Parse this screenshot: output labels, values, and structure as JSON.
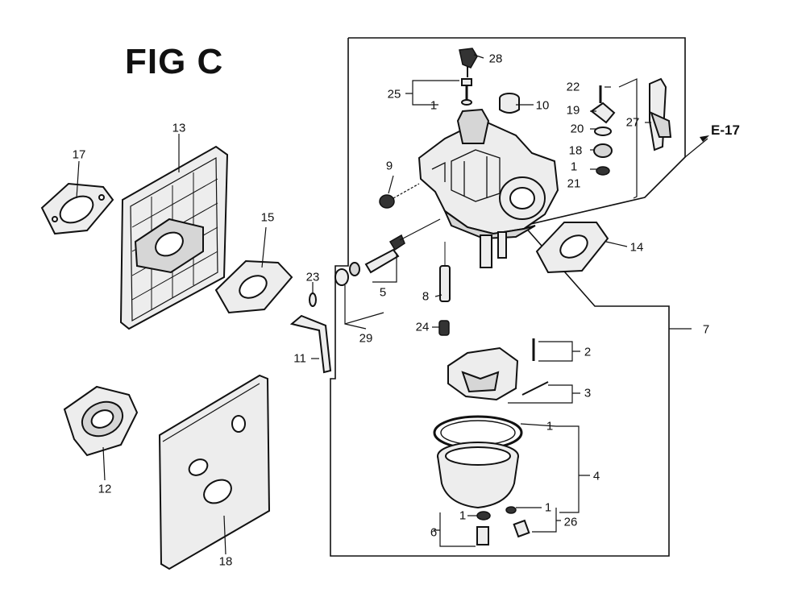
{
  "title": "FIG C",
  "reference": "E-17",
  "callouts": [
    {
      "id": "1a",
      "text": "1"
    },
    {
      "id": "1b",
      "text": "1"
    },
    {
      "id": "1c",
      "text": "1"
    },
    {
      "id": "1d",
      "text": "1"
    },
    {
      "id": "1e",
      "text": "1"
    },
    {
      "id": "1f",
      "text": "1"
    },
    {
      "id": "2",
      "text": "2"
    },
    {
      "id": "3",
      "text": "3"
    },
    {
      "id": "4",
      "text": "4"
    },
    {
      "id": "5",
      "text": "5"
    },
    {
      "id": "6",
      "text": "6"
    },
    {
      "id": "7",
      "text": "7"
    },
    {
      "id": "8",
      "text": "8"
    },
    {
      "id": "9",
      "text": "9"
    },
    {
      "id": "10",
      "text": "10"
    },
    {
      "id": "11",
      "text": "11"
    },
    {
      "id": "12",
      "text": "12"
    },
    {
      "id": "13",
      "text": "13"
    },
    {
      "id": "14",
      "text": "14"
    },
    {
      "id": "15",
      "text": "15"
    },
    {
      "id": "17",
      "text": "17"
    },
    {
      "id": "18",
      "text": "18"
    },
    {
      "id": "18b",
      "text": "18"
    },
    {
      "id": "19",
      "text": "19"
    },
    {
      "id": "20",
      "text": "20"
    },
    {
      "id": "21",
      "text": "21"
    },
    {
      "id": "22",
      "text": "22"
    },
    {
      "id": "23",
      "text": "23"
    },
    {
      "id": "24",
      "text": "24"
    },
    {
      "id": "25",
      "text": "25"
    },
    {
      "id": "26",
      "text": "26"
    },
    {
      "id": "27",
      "text": "27"
    },
    {
      "id": "28",
      "text": "28"
    },
    {
      "id": "29",
      "text": "29"
    }
  ]
}
